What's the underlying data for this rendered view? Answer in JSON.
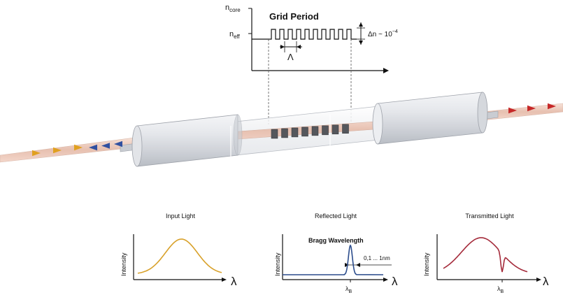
{
  "top_chart": {
    "title": "Grid Period",
    "y_label_top": "n",
    "y_label_top_sub": "core",
    "y_label_mid": "n",
    "y_label_mid_sub": "eff",
    "period_symbol": "Λ",
    "delta_n": "Δn ~ 10",
    "delta_n_exp": "−4"
  },
  "panels": [
    {
      "title": "Input Light",
      "ylabel": "Intensity",
      "xlabel": "λ"
    },
    {
      "title": "Reflected Light",
      "ylabel": "Intensity",
      "xlabel": "λ",
      "annotation": "Bragg Wavelength",
      "bandwidth": "0,1 ... 1nm",
      "marker": "λ",
      "marker_sub": "B"
    },
    {
      "title": "Transmitted Light",
      "ylabel": "Intensity",
      "xlabel": "λ",
      "marker": "λ",
      "marker_sub": "B"
    }
  ],
  "colors": {
    "input": "#d8a12a",
    "reflected": "#2b4c8c",
    "transmitted": "#a42a3a",
    "arrow_in": "#e0a020",
    "arrow_reflect": "#3050a0",
    "arrow_out": "#c62828",
    "axis": "#111111"
  }
}
